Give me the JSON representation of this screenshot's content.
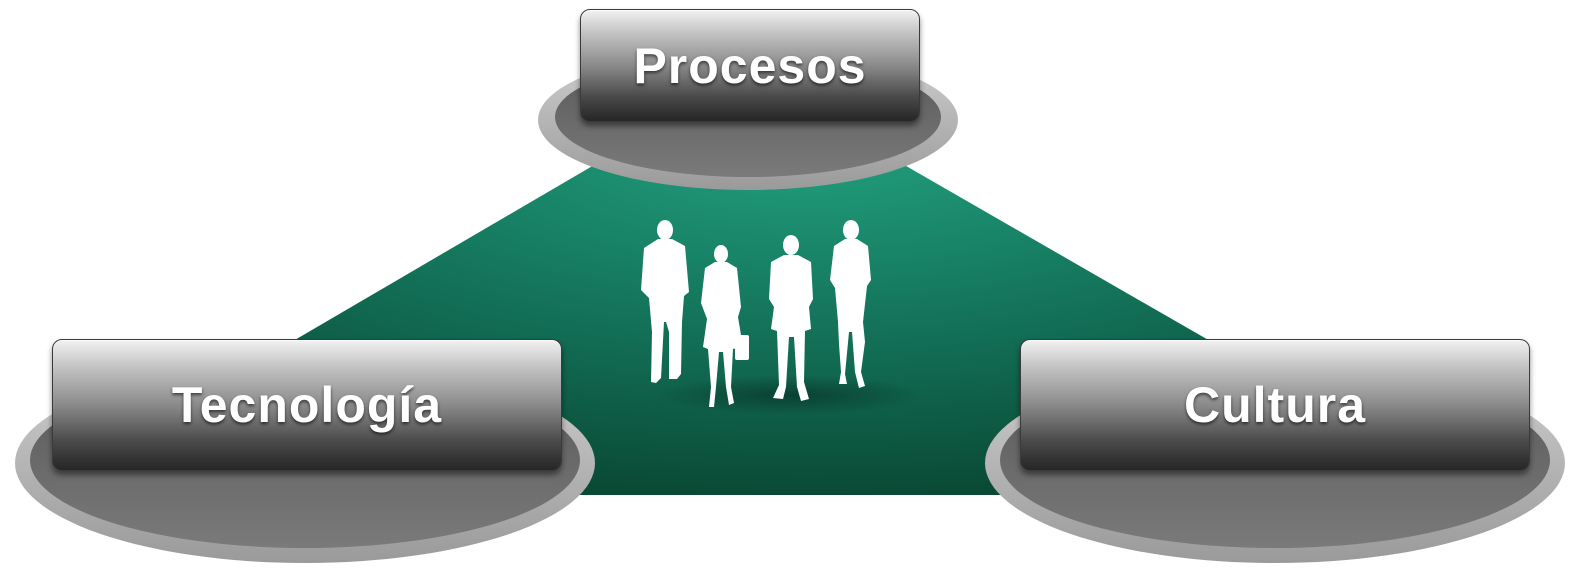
{
  "diagram": {
    "nodes": [
      {
        "id": "procesos",
        "label": "Procesos"
      },
      {
        "id": "tecnologia",
        "label": "Tecnología"
      },
      {
        "id": "cultura",
        "label": "Cultura"
      }
    ],
    "center_image": "people-silhouettes-icon",
    "colors": {
      "triangle_light": "#22a27f",
      "triangle_dark": "#0a4a35",
      "ellipse_outer": "#b8b8b8",
      "ellipse_inner": "#6e6e6e"
    }
  }
}
